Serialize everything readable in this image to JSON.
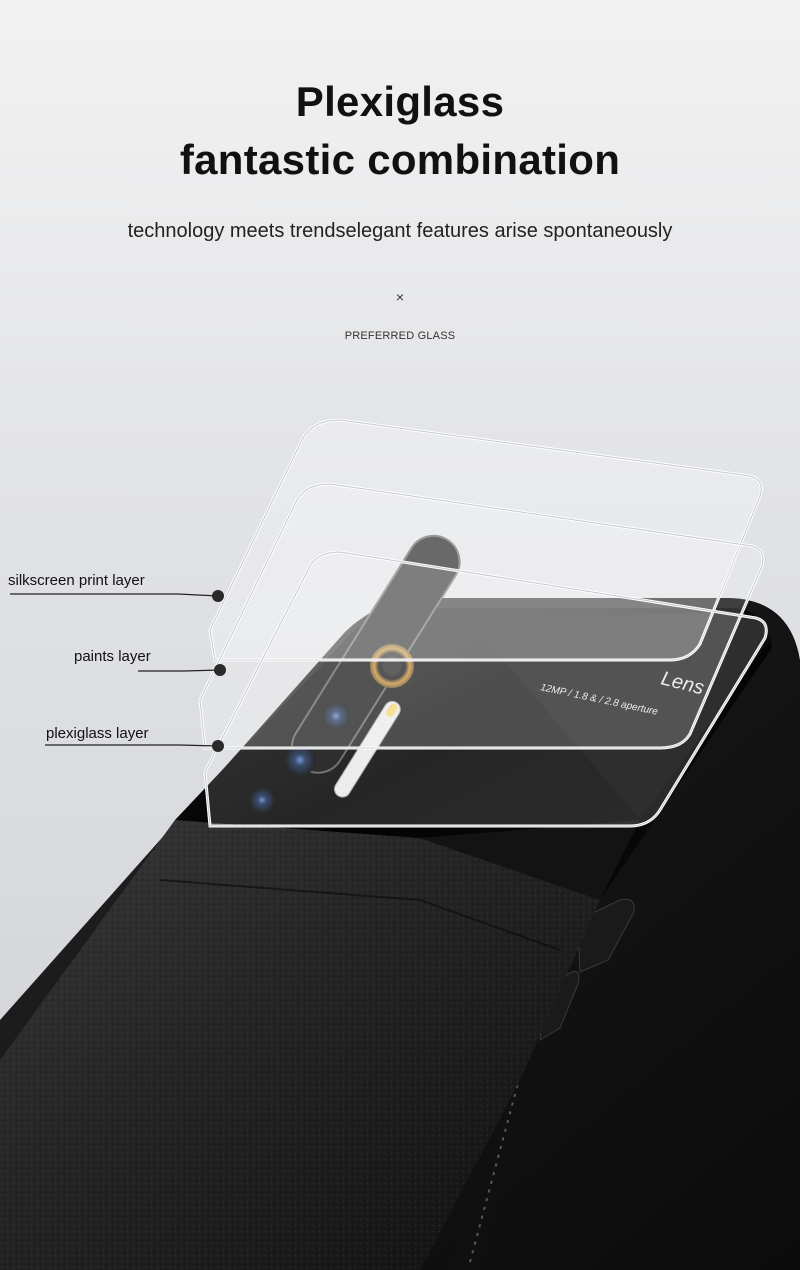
{
  "heading": {
    "line1": "Plexiglass",
    "line2": "fantastic combination"
  },
  "subtitle": "technology meets trendselegant features arise spontaneously",
  "cross_symbol": "×",
  "preferred_label": "PREFERRED GLASS",
  "layers": [
    {
      "label": "silkscreen print layer"
    },
    {
      "label": "paints layer"
    },
    {
      "label": "plexiglass layer"
    }
  ],
  "phone_print": {
    "brand": "Lens",
    "spec": "12MP  /  1.8  &  /  2.8  aperture"
  },
  "colors": {
    "background_top": "#f2f2f2",
    "background_bottom": "#cfd1d5",
    "case": "#121212",
    "glass_panel": "#050505",
    "text": "#111111"
  }
}
